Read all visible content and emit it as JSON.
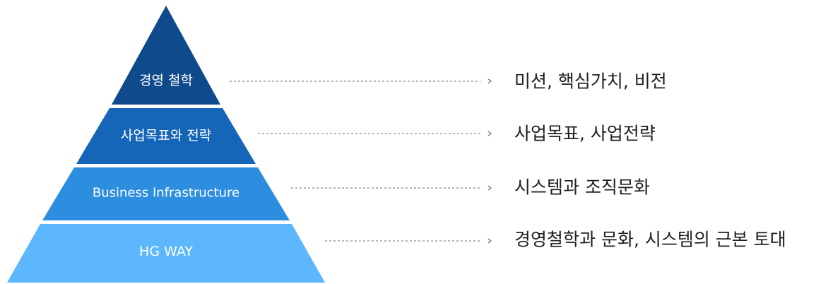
{
  "pyramid": {
    "tiers": [
      {
        "label": "경영 철학",
        "color": "#0e4a8c"
      },
      {
        "label": "사업목표와 전략",
        "color": "#1565b8"
      },
      {
        "label": "Business Infrastructure",
        "color": "#2d8ee0"
      },
      {
        "label": "HG WAY",
        "color": "#5db7ff"
      }
    ]
  },
  "descriptions": [
    {
      "text": "미션, 핵심가치, 비전",
      "arrow_icon": "chevron-right-icon"
    },
    {
      "text": "사업목표, 사업전략",
      "arrow_icon": "chevron-right-icon"
    },
    {
      "text": "시스템과 조직문화",
      "arrow_icon": "chevron-right-icon"
    },
    {
      "text": "경영철학과 문화, 시스템의 근본 토대",
      "arrow_icon": "chevron-right-icon"
    }
  ],
  "colors": {
    "leader_line": "#5b6f8a",
    "description_text": "#1f1f1f"
  }
}
